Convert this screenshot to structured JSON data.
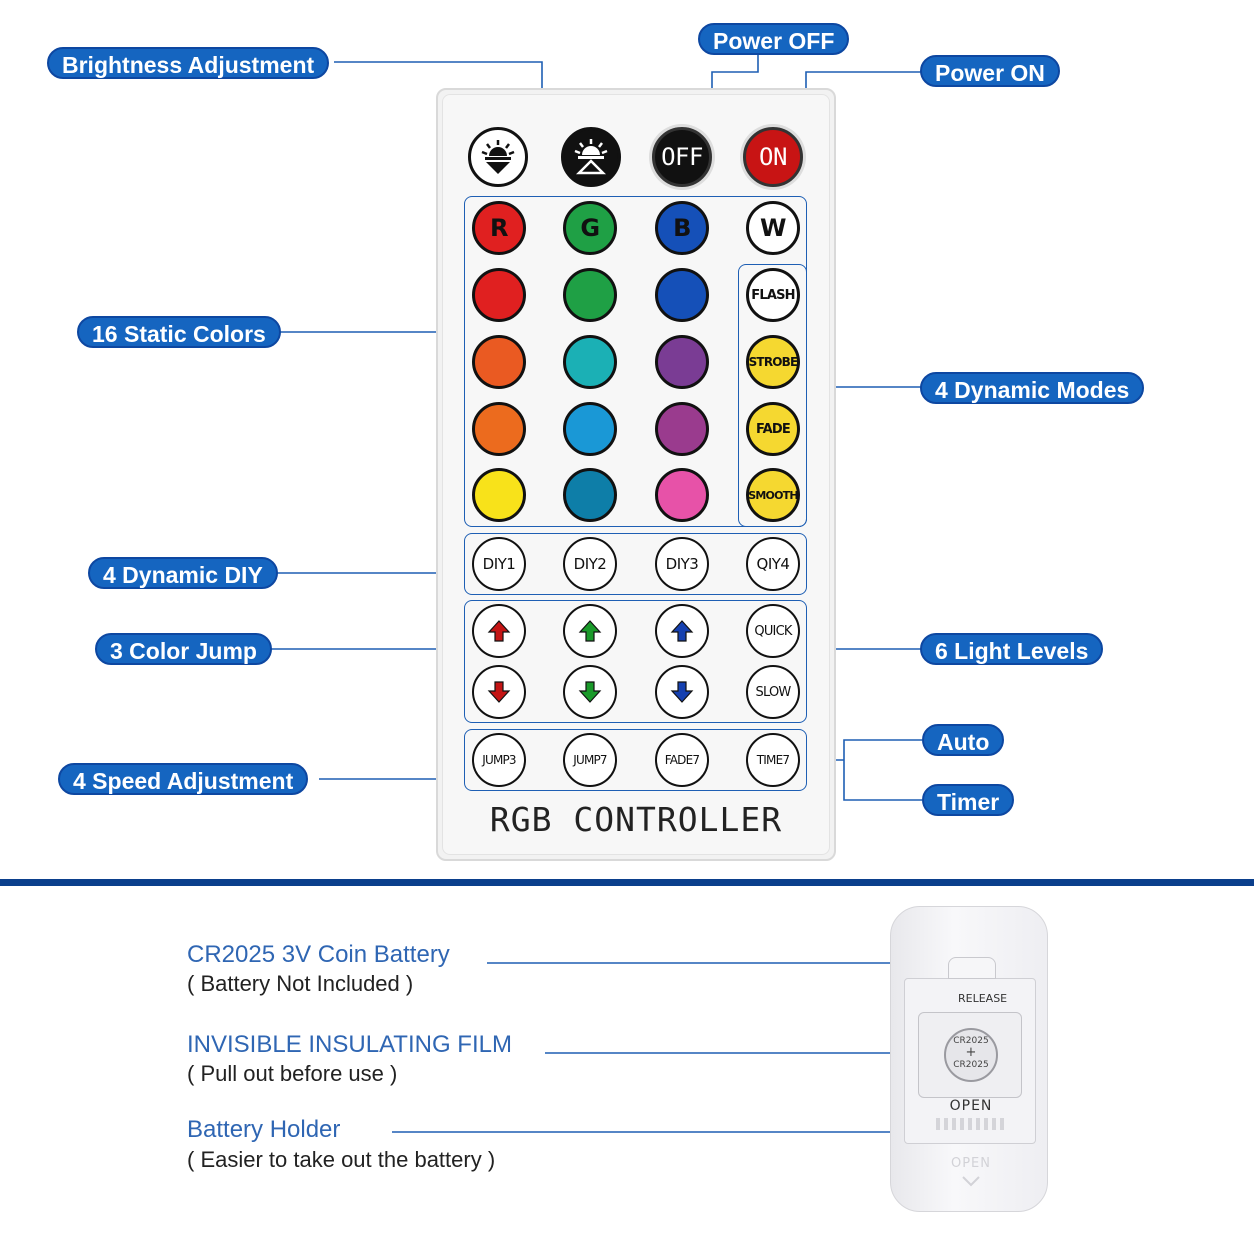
{
  "callouts": {
    "brightness": "Brightness Adjustment",
    "power_off": "Power OFF",
    "power_on": "Power ON",
    "static_colors": "16 Static Colors",
    "dynamic_modes": "4 Dynamic Modes",
    "dynamic_diy": "4 Dynamic DIY",
    "color_jump": "3 Color Jump",
    "light_levels": "6 Light Levels",
    "speed_adjustment": "4 Speed  Adjustment",
    "auto": "Auto",
    "timer": "Timer"
  },
  "remote": {
    "title": "RGB  CONTROLLER",
    "power_buttons": {
      "off": "OFF",
      "on": "ON"
    },
    "rgbw": {
      "r": "R",
      "g": "G",
      "b": "B",
      "w": "W"
    },
    "color_rows": [
      [
        "#e02020",
        "#1fa045",
        "#1550b8"
      ],
      [
        "#ea5a22",
        "#1bb0b5",
        "#7a3c94"
      ],
      [
        "#ec6b1e",
        "#1a98d6",
        "#9a3b8e"
      ],
      [
        "#f8e21a",
        "#0e7ea8",
        "#e752a8"
      ]
    ],
    "modes": [
      "FLASH",
      "STROBE",
      "FADE",
      "SMOOTH"
    ],
    "diy": [
      "DIY1",
      "DIY2",
      "DIY3",
      "QIY4"
    ],
    "levels": {
      "quick": "QUICK",
      "slow": "SLOW"
    },
    "speed": [
      "JUMP3",
      "JUMP7",
      "FADE7",
      "TIME7"
    ]
  },
  "battery_info": {
    "battery_title": "CR2025 3V Coin Battery",
    "battery_sub": "( Battery Not Included )",
    "film_title": "INVISIBLE INSULATING FILM",
    "film_sub": "( Pull out before use )",
    "holder_title": "Battery Holder",
    "holder_sub": "( Easier to take out the battery )"
  },
  "back_cover": {
    "release": "RELEASE",
    "coin_top": "CR2025",
    "coin_plus": "+",
    "coin_bottom": "CR2025",
    "open_label": "OPEN",
    "open_faint": "OPEN"
  },
  "colors": {
    "accent_blue": "#1565c0",
    "divider_navy": "#0b3f8c",
    "info_blue": "#2f66b3"
  }
}
